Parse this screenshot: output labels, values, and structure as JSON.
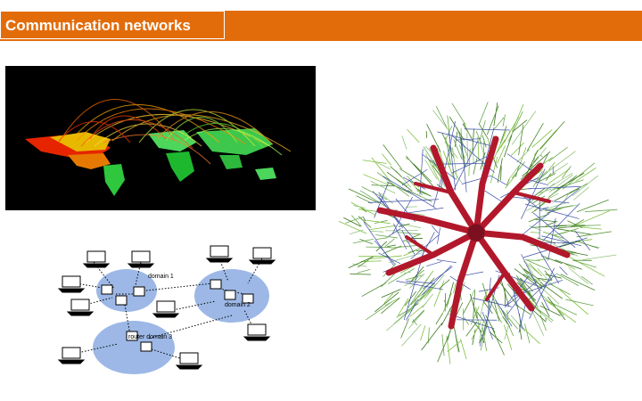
{
  "slide": {
    "title": "Communication networks",
    "accent_color": "#e36c0a"
  },
  "network_diagram": {
    "domain_1_label": "domain 1",
    "domain_2_label": "domain 2",
    "domain_3_label": "router domain 3"
  },
  "images": {
    "world_map": "world-traffic-map",
    "tree_graph": "network-tree-graph"
  }
}
